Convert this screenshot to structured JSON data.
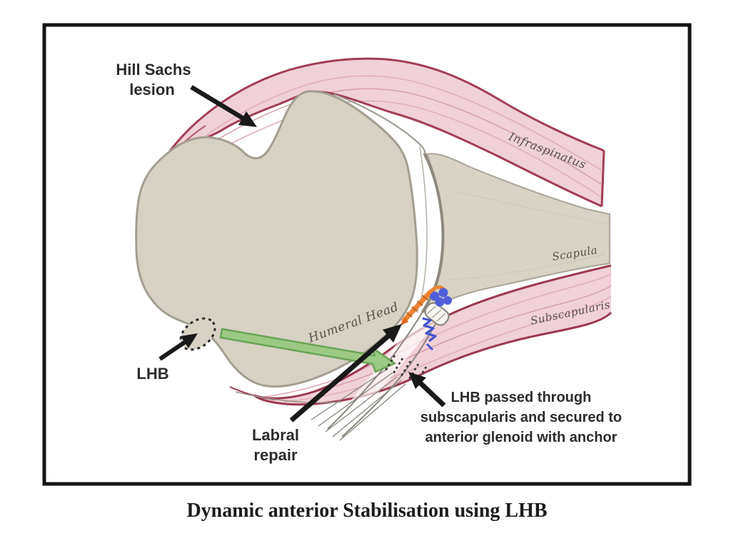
{
  "figure": {
    "caption": "Dynamic anterior Stabilisation using LHB",
    "callouts": {
      "hill_sachs": {
        "line1": "Hill Sachs",
        "line2": "lesion"
      },
      "lhb": {
        "label": "LHB"
      },
      "labral_repair": {
        "line1": "Labral",
        "line2": "repair"
      },
      "lhb_passed": {
        "line1": "LHB passed through",
        "line2": "subscapularis and secured to",
        "line3": "anterior glenoid with anchor"
      }
    },
    "anatomy": {
      "infraspinatus": "Infraspinatus",
      "scapula": "Scapula",
      "subscapularis": "Subscapularis",
      "humeral_head": "Humeral Head"
    },
    "colors": {
      "bone": "#ddd8ca",
      "bone_outline": "#a09c90",
      "scapula": "#ded9cb",
      "muscle_fill": "#f4d9df",
      "muscle_edge": "#a23e55",
      "muscle_streak": "#dfadb9",
      "labrum_gray": "#8d897e",
      "green_fill": "#9cc983",
      "green_edge": "#69a455",
      "anchor_orange": "#ef8435",
      "suture_blue": "#4f5ed8",
      "arrow_black": "#191919",
      "border": "#141414"
    }
  }
}
